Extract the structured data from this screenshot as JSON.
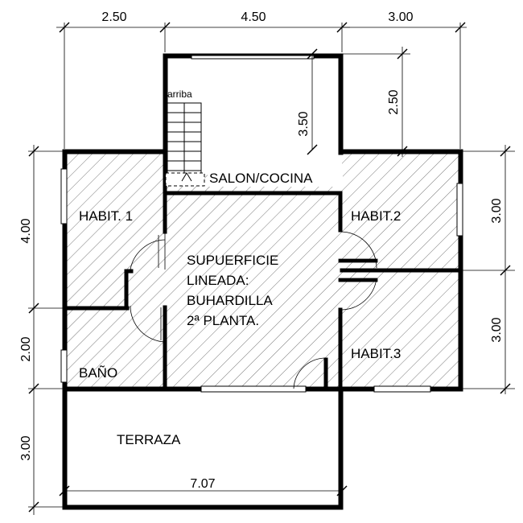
{
  "dimensions": {
    "top": [
      "2.50",
      "4.50",
      "3.00"
    ],
    "upper_tower": "2.50",
    "tower_inner": "3.50",
    "left": [
      "4.00",
      "2.00",
      "3.00"
    ],
    "right": [
      "3.00",
      "3.00"
    ],
    "bottom": "7.07"
  },
  "labels": {
    "stairs": "arriba",
    "salon": "SALON/COCINA",
    "habit1": "HABIT. 1",
    "habit2": "HABIT.2",
    "habit3": "HABIT.3",
    "bano": "BAÑO",
    "terraza": "TERRAZA",
    "note": [
      "SUPUERFICIE",
      "LINEADA:",
      "BUHARDILLA",
      "2ª PLANTA."
    ]
  }
}
